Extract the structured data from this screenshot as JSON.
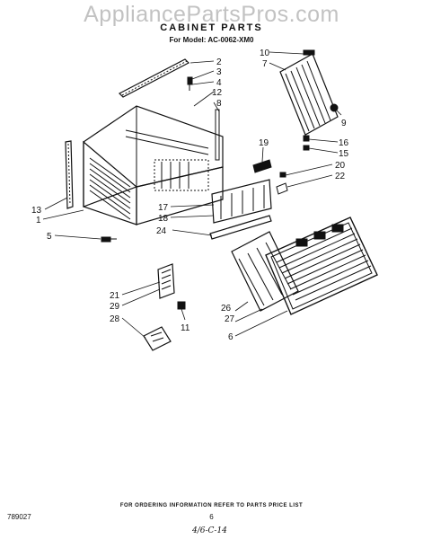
{
  "watermark": "AppliancePartsPros.com",
  "title": "CABINET PARTS",
  "model": "For Model: AC-0062-XM0",
  "callouts": [
    "2",
    "3",
    "4",
    "12",
    "8",
    "10",
    "7",
    "9",
    "16",
    "15",
    "19",
    "20",
    "22",
    "13",
    "1",
    "5",
    "17",
    "18",
    "24",
    "21",
    "29",
    "28",
    "11",
    "26",
    "27",
    "6"
  ],
  "footer": {
    "ordering_note": "FOR ORDERING INFORMATION REFER TO PARTS PRICE LIST",
    "code": "789027",
    "page_number": "6",
    "handwritten": "4/6-C-14"
  }
}
